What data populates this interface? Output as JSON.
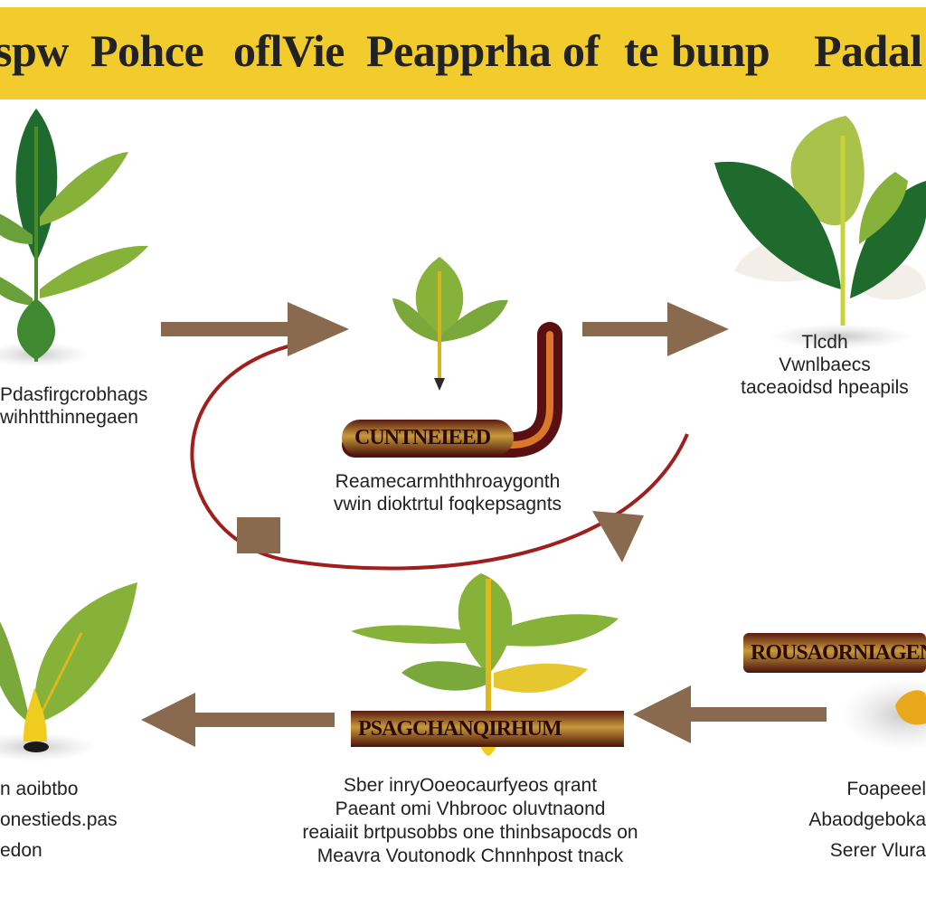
{
  "header": {
    "title_parts": [
      "spw",
      "Pohce",
      "oflVie",
      "Peapprha",
      "of",
      "te",
      "bunp",
      "Padal"
    ]
  },
  "center": {
    "bar_label": "CUNTNEIEED",
    "caption": [
      "Reamecarmhthhroaygonth",
      "vwin dioktrtul foqkepsagnts"
    ]
  },
  "top_left": {
    "caption": [
      "Pdasfirgcrobhags",
      "wihhtthinnegaen"
    ]
  },
  "top_right": {
    "caption": [
      "Tlcdh",
      "Vwnlbaecs",
      "taceaoidsd hpeapils"
    ]
  },
  "bottom_center": {
    "bar_label": "PSAGCHANQIRHUM",
    "caption": [
      "Sber inryOoeocaurfyeos qrant",
      "Paeant omi Vhbrooc oluvtnaond",
      "reaiaiit brtpusobbs one thinbsapocds on",
      "Meavra Voutonodk Chnnhpost tnack"
    ]
  },
  "bottom_left": {
    "caption": [
      "n aoibtbo",
      "onestieds.pas",
      "edon"
    ]
  },
  "bottom_right": {
    "bar_label": "ROUSAORNIAGEN",
    "caption": [
      "Foapeeel",
      "Abaodgeboka",
      "Serer Vlura"
    ]
  },
  "colors": {
    "banner": "#f2cc2c",
    "arrow": "#8a6a4e",
    "cycle_stroke": "#9e1f1c",
    "dark_leaf": "#1f6b2e",
    "light_leaf": "#86b23a",
    "stem": "#e0b81e"
  },
  "icons": [
    "plant-icon",
    "arrow-right-icon",
    "arrow-left-icon",
    "cycle-arrow-icon"
  ]
}
